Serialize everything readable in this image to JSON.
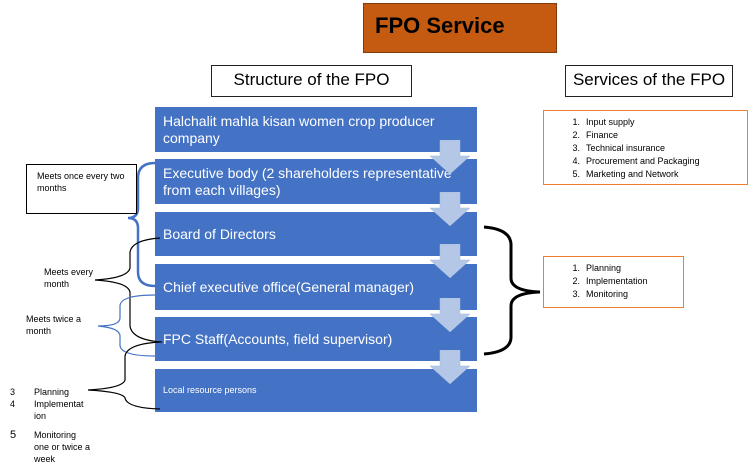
{
  "title": "FPO Service",
  "structure_header": "Structure of the FPO",
  "services_header": "Services of the FPO",
  "boxes": [
    "Halchalit mahla kisan women crop producer company",
    "Executive body (2 shareholders representative from each villages)",
    "Board of Directors",
    "Chief executive office(General manager)",
    "FPC Staff(Accounts, field supervisor)",
    "Local resource persons"
  ],
  "services_list": [
    {
      "n": "1.",
      "t": "Input supply"
    },
    {
      "n": "2.",
      "t": "Finance"
    },
    {
      "n": "3.",
      "t": "Technical insurance"
    },
    {
      "n": "4.",
      "t": "Procurement and Packaging"
    },
    {
      "n": "5.",
      "t": "Marketing and Network"
    }
  ],
  "functions_list": [
    {
      "n": "1.",
      "t": "Planning"
    },
    {
      "n": "2.",
      "t": "Implementation"
    },
    {
      "n": "3.",
      "t": "Monitoring"
    }
  ],
  "meeting_notes": {
    "bimonthly": "Meets once every two months",
    "monthly": "Meets every month",
    "twice_monthly": "Meets twice a month"
  },
  "lrp_tasks": [
    {
      "n": "3",
      "t": "Planning"
    },
    {
      "n": "4",
      "t": "Implementat ion"
    },
    {
      "n": "5",
      "t": "Monitoring one or twice a week"
    }
  ],
  "colors": {
    "title_bg": "#c55a11",
    "box_blue": "#4472c4",
    "accent_orange": "#ed7d31",
    "arrow": "#b4c7e7",
    "bracket_blue": "#4472c4"
  }
}
